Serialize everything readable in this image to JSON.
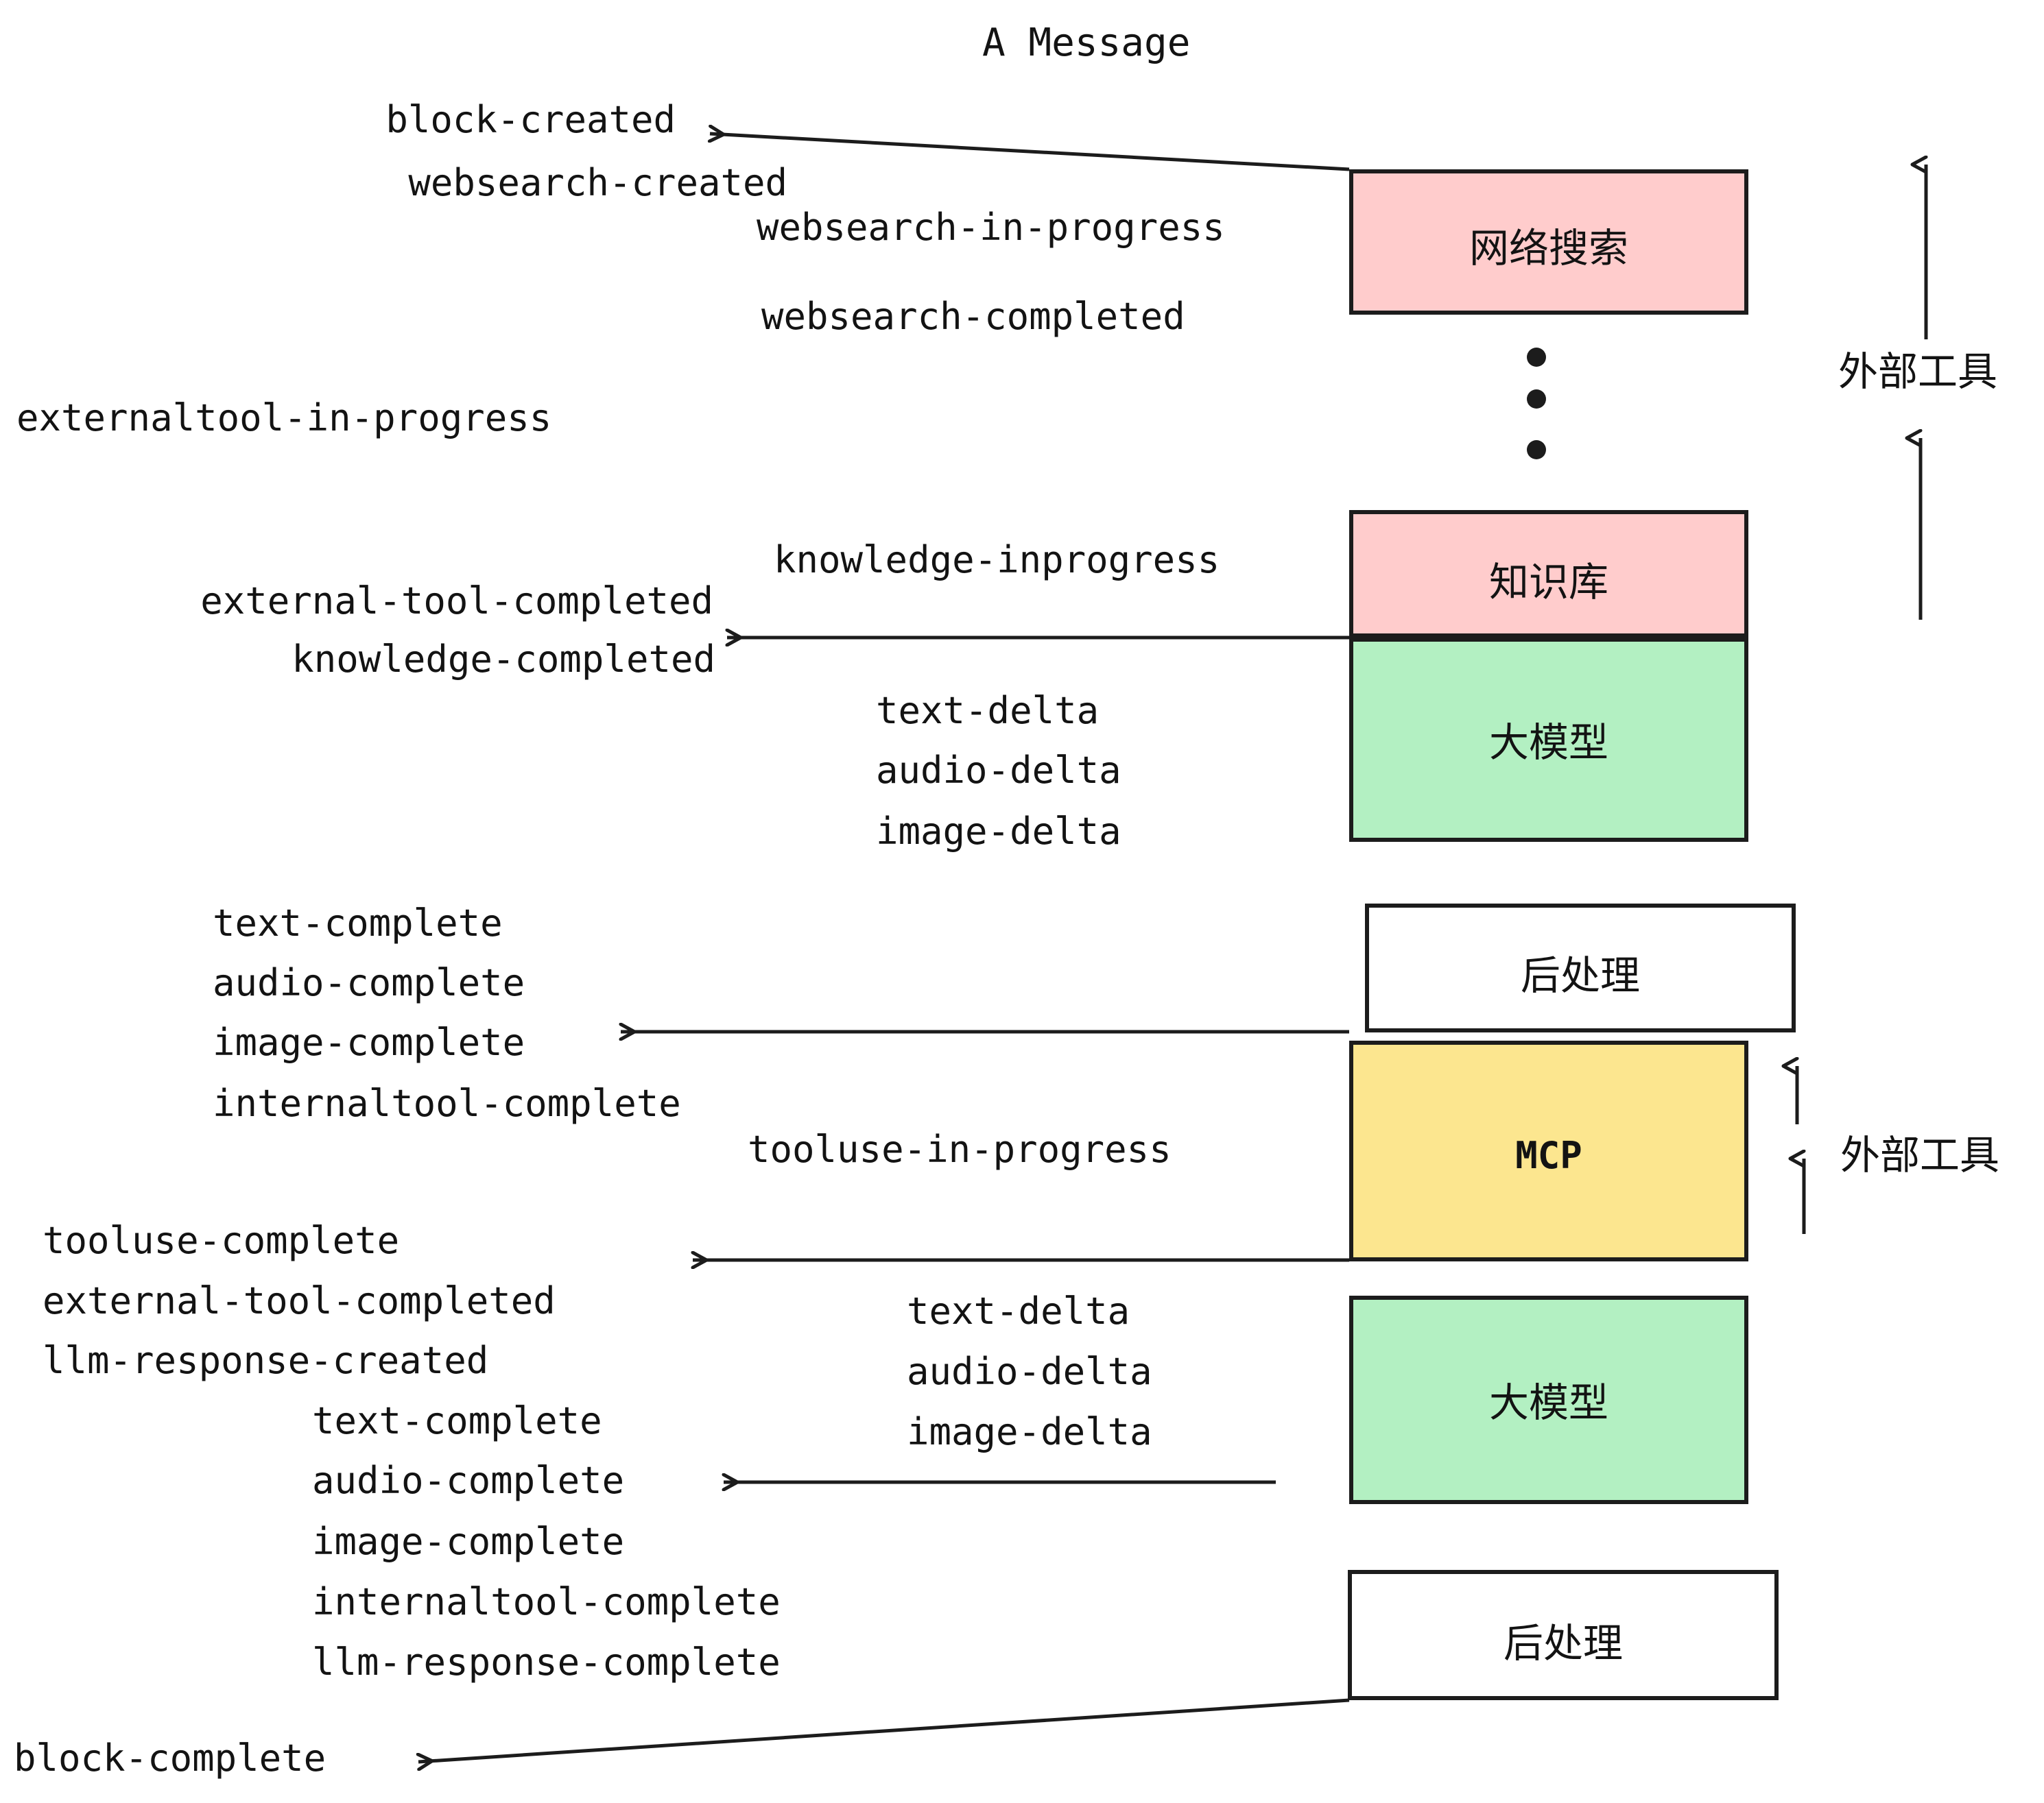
{
  "diagram": {
    "title": "A Message",
    "colors": {
      "pink": "#FFCCCC",
      "green": "#B3F0C2",
      "yellow": "#FCE68F",
      "white": "#FFFFFF",
      "stroke": "#1C1C1C",
      "text": "#131313"
    }
  },
  "nodes": [
    {
      "id": "websearch",
      "label": "网络搜索",
      "fill": "#FFCCCC"
    },
    {
      "id": "knowledge",
      "label": "知识库",
      "fill": "#FFCCCC"
    },
    {
      "id": "llm-1",
      "label": "大模型",
      "fill": "#B3F0C2"
    },
    {
      "id": "postprocess-1",
      "label": "后处理",
      "fill": "#FFFFFF"
    },
    {
      "id": "mcp",
      "label": "MCP",
      "fill": "#FCE68F"
    },
    {
      "id": "llm-2",
      "label": "大模型",
      "fill": "#B3F0C2"
    },
    {
      "id": "postprocess-2",
      "label": "后处理",
      "fill": "#FFFFFF"
    }
  ],
  "annotations": {
    "external_tool_top": "外部工具",
    "external_tool_bottom": "外部工具",
    "ellipsis": "⋮"
  },
  "events": [
    {
      "id": "e01",
      "text": "block-created"
    },
    {
      "id": "e02",
      "text": "websearch-created"
    },
    {
      "id": "e03",
      "text": "websearch-in-progress"
    },
    {
      "id": "e04",
      "text": "websearch-completed"
    },
    {
      "id": "e05",
      "text": "externaltool-in-progress"
    },
    {
      "id": "e06",
      "text": "knowledge-inprogress"
    },
    {
      "id": "e07",
      "text": "external-tool-completed"
    },
    {
      "id": "e08",
      "text": "knowledge-completed"
    },
    {
      "id": "e09",
      "text": "text-delta"
    },
    {
      "id": "e10",
      "text": "audio-delta"
    },
    {
      "id": "e11",
      "text": "image-delta"
    },
    {
      "id": "e12",
      "text": "text-complete"
    },
    {
      "id": "e13",
      "text": "audio-complete"
    },
    {
      "id": "e14",
      "text": "image-complete"
    },
    {
      "id": "e15",
      "text": "internaltool-complete"
    },
    {
      "id": "e16",
      "text": "tooluse-in-progress"
    },
    {
      "id": "e17",
      "text": "tooluse-complete"
    },
    {
      "id": "e18",
      "text": "external-tool-completed"
    },
    {
      "id": "e19",
      "text": "llm-response-created"
    },
    {
      "id": "e20",
      "text": "text-delta"
    },
    {
      "id": "e21",
      "text": "audio-delta"
    },
    {
      "id": "e22",
      "text": "image-delta"
    },
    {
      "id": "e23",
      "text": "text-complete"
    },
    {
      "id": "e24",
      "text": "audio-complete"
    },
    {
      "id": "e25",
      "text": "image-complete"
    },
    {
      "id": "e26",
      "text": "internaltool-complete"
    },
    {
      "id": "e27",
      "text": "llm-response-complete"
    },
    {
      "id": "e28",
      "text": "block-complete"
    }
  ]
}
